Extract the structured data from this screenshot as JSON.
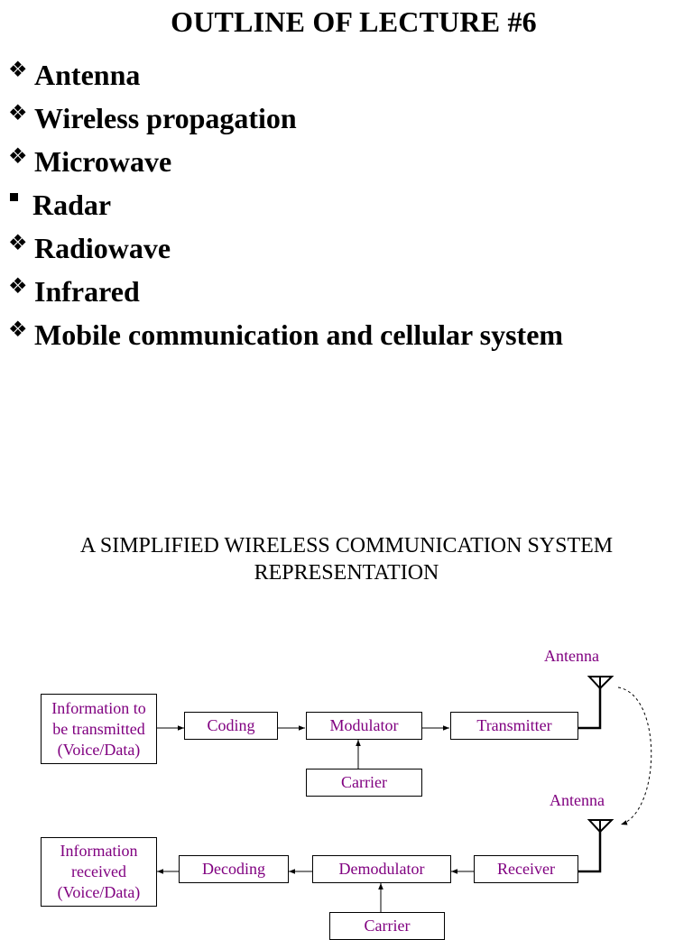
{
  "title": "OUTLINE OF LECTURE #6",
  "outline": [
    {
      "label": "Antenna",
      "bullet": "diamond"
    },
    {
      "label": "Wireless propagation",
      "bullet": "diamond"
    },
    {
      "label": "Microwave",
      "bullet": "diamond"
    },
    {
      "label": "Radar",
      "bullet": "square"
    },
    {
      "label": "Radiowave",
      "bullet": "diamond"
    },
    {
      "label": "Infrared",
      "bullet": "diamond"
    },
    {
      "label": "Mobile communication and cellular system",
      "bullet": "diamond"
    }
  ],
  "diagram": {
    "title_line1": "A SIMPLIFIED WIRELESS COMMUNICATION SYSTEM",
    "title_line2": "REPRESENTATION",
    "transmit_chain": {
      "source": [
        "Information to",
        "be transmitted",
        "(Voice/Data)"
      ],
      "coding": "Coding",
      "modulator": "Modulator",
      "transmitter": "Transmitter",
      "carrier": "Carrier",
      "antenna": "Antenna"
    },
    "receive_chain": {
      "sink": [
        "Information",
        "received",
        "(Voice/Data)"
      ],
      "decoding": "Decoding",
      "demodulator": "Demodulator",
      "receiver": "Receiver",
      "carrier": "Carrier",
      "antenna": "Antenna"
    },
    "accent_color": "#800080"
  }
}
